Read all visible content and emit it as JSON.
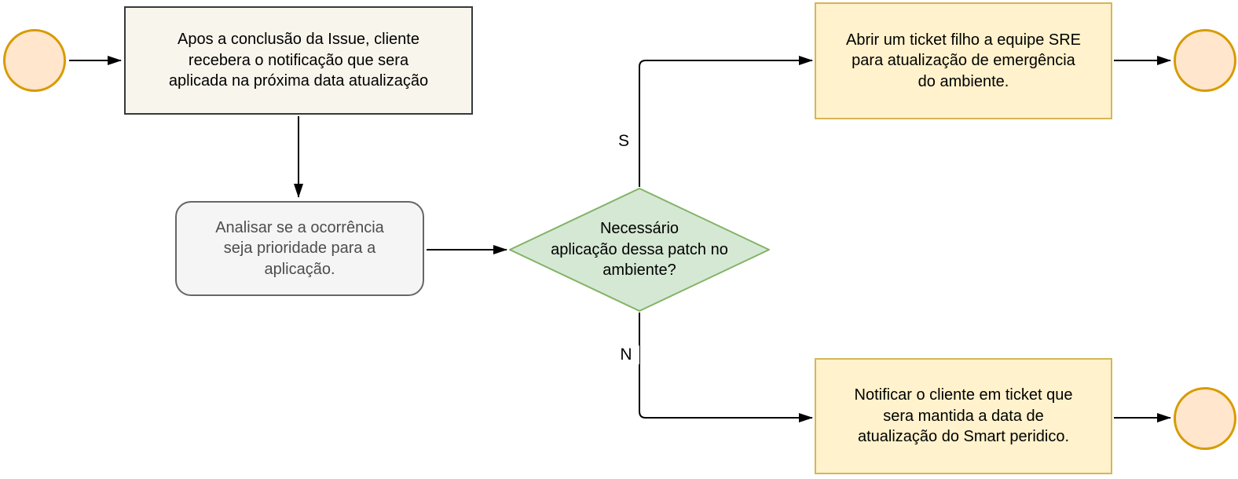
{
  "diagram": {
    "type": "flowchart",
    "nodes": {
      "start": {
        "shape": "circle",
        "label": ""
      },
      "notify_issue": {
        "shape": "rectangle",
        "label": "Apos a conclusão da Issue, cliente\nrecebera o notificação que sera\naplicada na próxima data atualização"
      },
      "analyze": {
        "shape": "rounded-rectangle",
        "label": "Analisar se a ocorrência\nseja prioridade para a\naplicação."
      },
      "decision": {
        "shape": "diamond",
        "label": "Necessário\naplicação dessa patch no\nambiente?"
      },
      "open_ticket": {
        "shape": "rectangle",
        "label": "Abrir um ticket filho a equipe SRE\npara atualização de emergência\ndo ambiente."
      },
      "notify_client": {
        "shape": "rectangle",
        "label": "Notificar o cliente em ticket que\nsera mantida a data de\natualização do Smart peridico."
      },
      "end_top": {
        "shape": "circle",
        "label": ""
      },
      "end_bottom": {
        "shape": "circle",
        "label": ""
      }
    },
    "edges": {
      "start_to_notify": {
        "from": "start",
        "to": "notify_issue",
        "label": ""
      },
      "notify_to_analyze": {
        "from": "notify_issue",
        "to": "analyze",
        "label": ""
      },
      "analyze_to_decision": {
        "from": "analyze",
        "to": "decision",
        "label": ""
      },
      "decision_yes": {
        "from": "decision",
        "to": "open_ticket",
        "label": "S"
      },
      "decision_no": {
        "from": "decision",
        "to": "notify_client",
        "label": "N"
      },
      "open_ticket_to_end": {
        "from": "open_ticket",
        "to": "end_top",
        "label": ""
      },
      "notify_client_to_end": {
        "from": "notify_client",
        "to": "end_bottom",
        "label": ""
      }
    },
    "colors": {
      "canvas_bg": "#FFFFFF",
      "start_end_fill": "#FFE6CC",
      "start_end_stroke": "#D79B00",
      "process_fill": "#F8F5EC",
      "process_stroke": "#36393D",
      "analyze_fill": "#F5F5F5",
      "analyze_stroke": "#666666",
      "analyze_text": "#4D4D4D",
      "decision_fill": "#D5E8D4",
      "decision_stroke": "#82B366",
      "action_fill": "#FFF2CC",
      "action_stroke": "#D6B656",
      "arrow": "#000000",
      "text": "#000000"
    }
  }
}
